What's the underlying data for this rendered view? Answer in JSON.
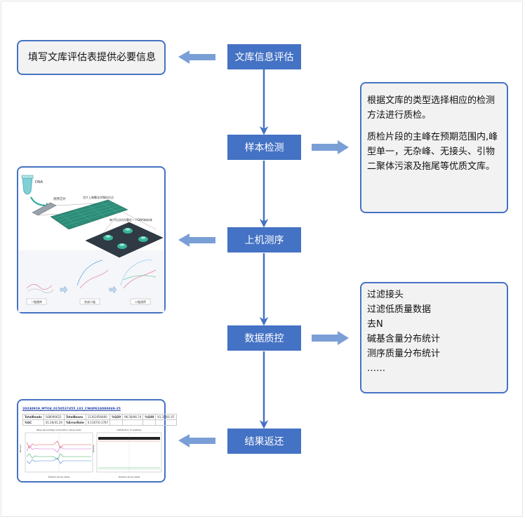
{
  "steps": {
    "s1": "文库信息评估",
    "s2": "样本检测",
    "s3": "上机测序",
    "s4": "数据质控",
    "s5": "结果返还"
  },
  "notes": {
    "info": "填写文库评估表提供必要信息",
    "detection": {
      "p1": "根据文库的类型选择相应的检测方法进行质检。",
      "p2": "质检片段的主峰在预期范围内,峰型单一，无杂峰、无接头、引物二聚体污滚及拖尾等优质文库。"
    },
    "qc_items": [
      "过滤接头",
      "过滤低质量数据",
      "去N",
      "碱基含量分布统计",
      "测序质量分布统计",
      "……"
    ]
  },
  "sequencing_figure": {
    "labels": {
      "dna": "DNA",
      "chip": "测序芯片",
      "loaded": "芯片上每颗化学微粒位点",
      "spot": "每个位点均为靠近一个DNA纳米球",
      "step1": "一链建库",
      "step2": "合成二链",
      "step3": "二链测序"
    }
  },
  "report_figure": {
    "title": "20240919_MTO4_0150537455_L01_CW4PE24080049-25",
    "table": [
      [
        "TotalReads",
        "168090622",
        "TotalBases",
        "11361958460",
        "%Q20",
        "96.58/96.74",
        "%Q30",
        "91.35/91.07"
      ],
      [
        "%GC",
        "41.26/41.29",
        "%ErrorRate",
        "0.1567/0.1767"
      ]
    ],
    "chart_left_title": "Base percentage composition along reads",
    "chart_right_title": "Distribution of qualities",
    "xlabel": "Position along reads",
    "ylabel_left": "Percent",
    "ylabel_right": "Quality"
  },
  "colors": {
    "step_fill": "#4472c4",
    "arrow": "#7a9fd6",
    "note_border": "#4472c4",
    "note_fill": "#f2f2f2"
  }
}
